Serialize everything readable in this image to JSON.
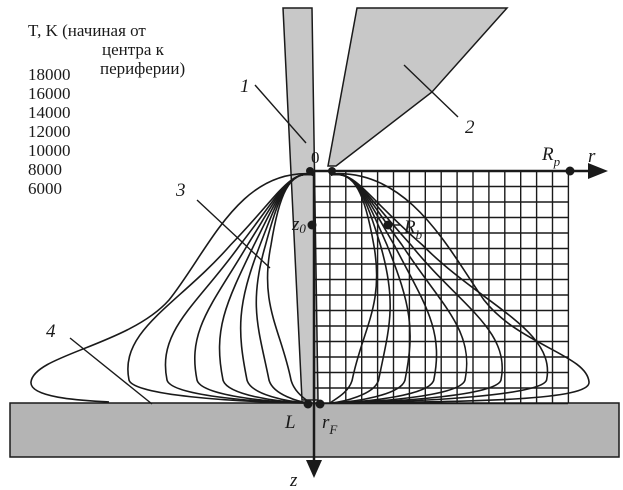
{
  "legend": {
    "title_line1": "T, K (начиная от",
    "title_line2": "центра к",
    "title_line3": "периферии)",
    "temperatures": [
      "18000",
      "16000",
      "14000",
      "12000",
      "10000",
      "8000",
      "6000"
    ]
  },
  "labels": {
    "cathode_number": "1",
    "nozzle_number": "2",
    "arc_number": "3",
    "workpiece_number": "4",
    "origin": "0",
    "r_axis": "r",
    "z_axis": "z",
    "rp_main": "R",
    "rp_sub": "p",
    "rb_main": "R",
    "rb_sub": "b",
    "z0_main": "z",
    "z0_sub": "0",
    "L": "L",
    "rf_main": "r",
    "rf_sub": "F"
  },
  "colors": {
    "electrode_fill": "#c8c8c8",
    "workpiece_fill": "#b4b4b4",
    "line": "#1a1a1a",
    "background": "#ffffff"
  }
}
